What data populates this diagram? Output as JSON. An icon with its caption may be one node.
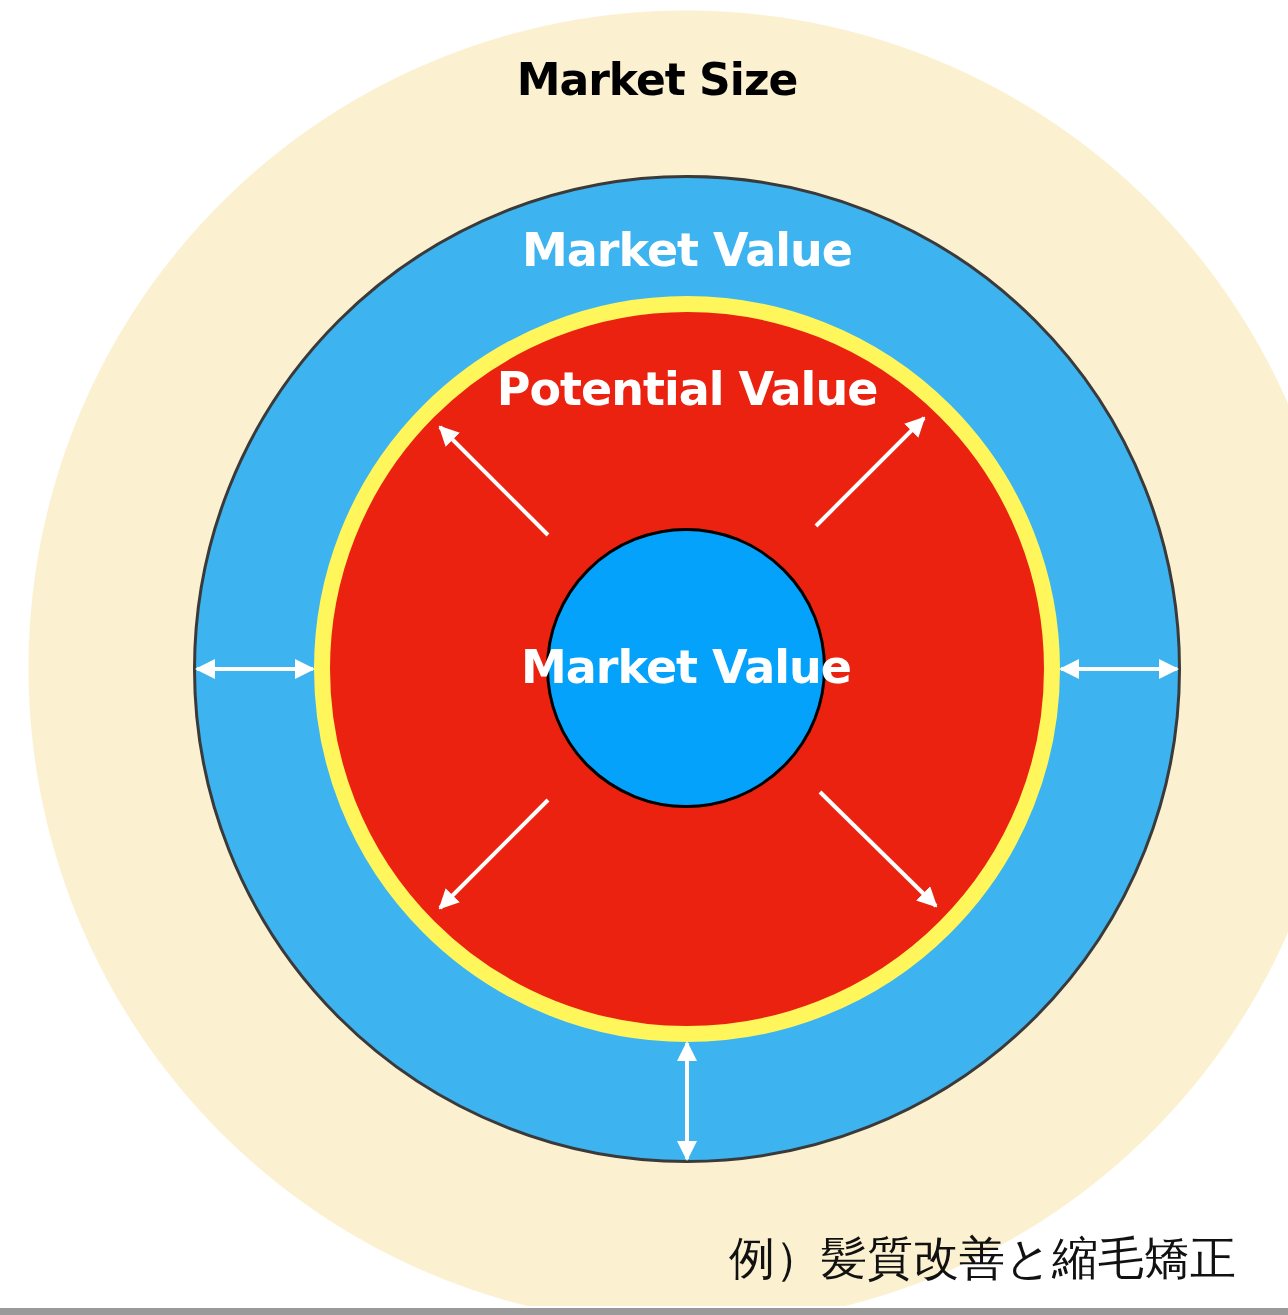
{
  "diagram": {
    "nodes": [
      {
        "text": [
          "Market Size"
        ]
      },
      {
        "text": [
          "Market Value"
        ],
        "in": 0
      },
      {
        "text": [
          "Potential Value"
        ],
        "in": 1
      },
      {
        "text": [
          "Market Value"
        ],
        "in": 2
      }
    ],
    "edges": [
      {
        "from": 2,
        "to": 1,
        "arrow": "both"
      },
      {
        "from": 2,
        "to": 1,
        "arrow": "both"
      },
      {
        "from": 2,
        "to": 1,
        "arrow": "both"
      }
    ],
    "labels": [
      "例）髪質改善と縮毛矯正"
    ]
  }
}
